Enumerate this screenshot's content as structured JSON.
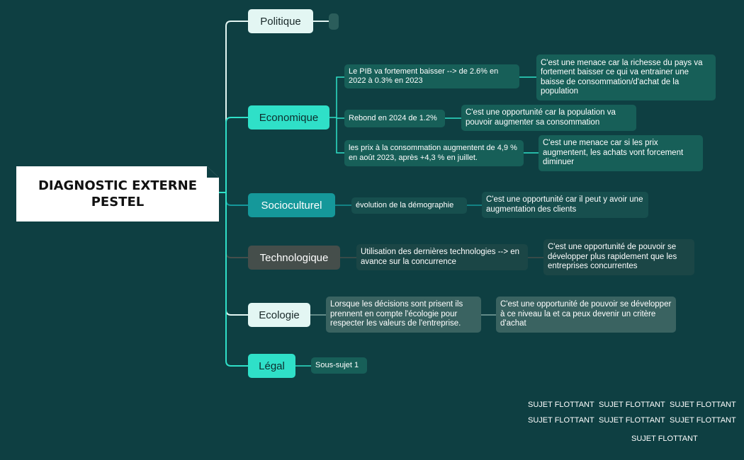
{
  "central": {
    "line1": "DIAGNOSTIC EXTERNE",
    "line2": "PESTEL"
  },
  "branches": {
    "politique": {
      "label": "Politique",
      "children": [
        {
          "text": ""
        }
      ]
    },
    "economique": {
      "label": "Economique",
      "children": [
        {
          "text": "Le PIB va fortement baisser --> de 2.6% en 2022 à 0.3% en 2023",
          "note": "C'est une menace car la richesse du pays va fortement baisser ce qui va entrainer une baisse de consommation/d'achat de la population"
        },
        {
          "text": "Rebond en 2024 de 1.2%",
          "note": "C'est une opportunité car la population va pouvoir augmenter sa consommation"
        },
        {
          "text": "les prix à la consommation augmentent de 4,9 % en août 2023, après +4,3 % en juillet.",
          "note": "C'est une menace car si les prix augmentent, les achats vont forcement diminuer"
        }
      ]
    },
    "socioculturel": {
      "label": "Socioculturel",
      "children": [
        {
          "text": "évolution de la démographie",
          "note": "C'est une opportunité car il peut y avoir une augmentation des clients"
        }
      ]
    },
    "technologique": {
      "label": "Technologique",
      "children": [
        {
          "text": "Utilisation des dernières technologies --> en avance sur la concurrence",
          "note": "C'est une opportunité de pouvoir se développer plus rapidement que les entreprises concurrentes"
        }
      ]
    },
    "ecologie": {
      "label": "Ecologie",
      "children": [
        {
          "text": "Lorsque les décisions sont prisent ils prennent en compte l'écologie pour respecter les valeurs de l'entreprise.",
          "note": "C'est une opportunité de pouvoir se développer à ce niveau la et ca peux devenir un critère d'achat"
        }
      ]
    },
    "legal": {
      "label": "Légal",
      "children": [
        {
          "text": "Sous-sujet 1"
        }
      ]
    }
  },
  "floating_topics": [
    "SUJET FLOTTANT",
    "SUJET FLOTTANT",
    "SUJET FLOTTANT",
    "SUJET FLOTTANT",
    "SUJET FLOTTANT",
    "SUJET FLOTTANT",
    "SUJET FLOTTANT"
  ],
  "colors": {
    "background": "#0e3f42",
    "accent": "#2fe0c8",
    "teal": "#15989a",
    "light": "#e3f6f3",
    "dark_node": "#454e4b",
    "sub_node": "#175f58"
  }
}
